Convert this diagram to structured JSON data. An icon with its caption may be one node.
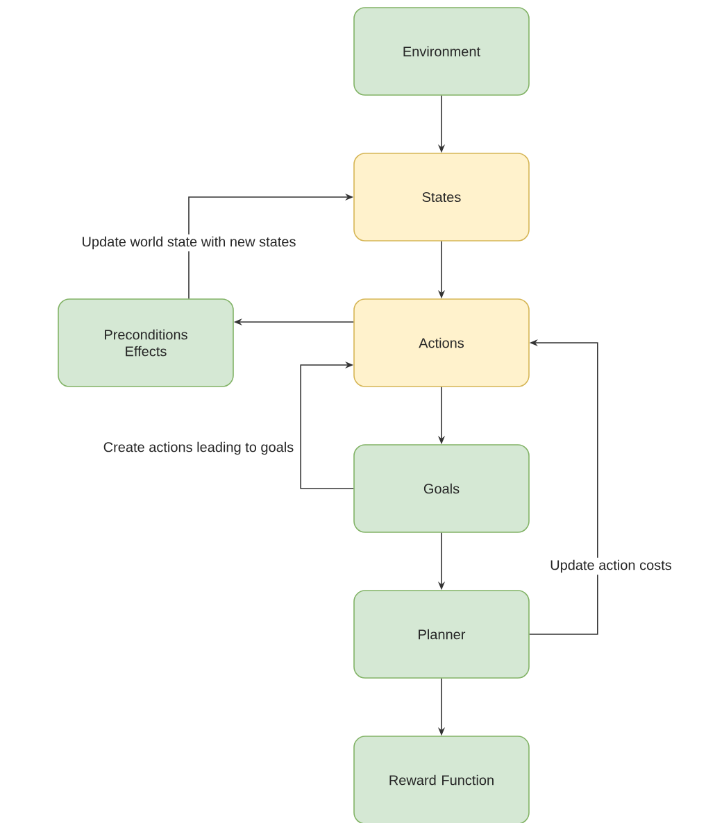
{
  "diagram": {
    "nodes": [
      {
        "text": [
          "Environment"
        ]
      },
      {
        "text": [
          "States"
        ]
      },
      {
        "text": [
          "Actions"
        ]
      },
      {
        "text": [
          "Preconditions Effects"
        ]
      },
      {
        "text": [
          "Goals"
        ]
      },
      {
        "text": [
          "Planner"
        ]
      },
      {
        "text": [
          "Reward Function"
        ]
      }
    ],
    "edges": [
      {
        "from": 0,
        "to": 1,
        "arrow": "to"
      },
      {
        "from": 1,
        "to": 2,
        "arrow": "to"
      },
      {
        "from": 2,
        "to": 3,
        "arrow": "to"
      },
      {
        "from": 3,
        "to": 1,
        "arrow": "to",
        "label": "Update world state with new states"
      },
      {
        "from": 4,
        "to": 2,
        "arrow": "to",
        "label": "Create actions leading to goals"
      },
      {
        "from": 2,
        "to": 4,
        "arrow": "to"
      },
      {
        "from": 4,
        "to": 5,
        "arrow": "to"
      },
      {
        "from": 5,
        "to": 2,
        "arrow": "to",
        "label": "Update action costs"
      },
      {
        "from": 5,
        "to": 6,
        "arrow": "to"
      }
    ]
  }
}
